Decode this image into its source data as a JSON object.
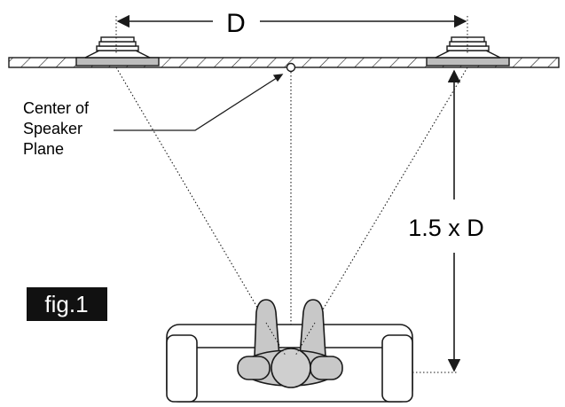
{
  "labels": {
    "distance": "D",
    "center_line1": "Center of",
    "center_line2": "Speaker",
    "center_line3": "Plane",
    "listener_distance": "1.5 x D",
    "figure_tag": "fig.1"
  },
  "colors": {
    "ink": "#1a1a1a",
    "figure_fill": "#c8c8c8",
    "figure_tag_bg": "#111111",
    "figure_tag_text": "#ffffff"
  }
}
